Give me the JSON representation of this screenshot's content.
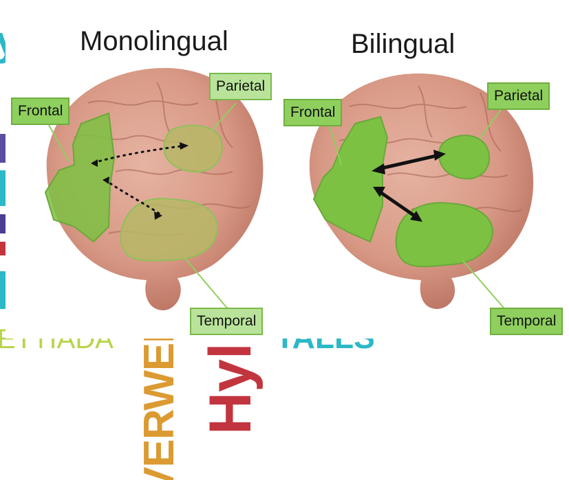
{
  "background_words": {
    "w1": "VERWEL",
    "w2": "VERWE",
    "w3": "Hyl",
    "w4": "TALLS",
    "w5": "ETTIADA",
    "w6": "e",
    "w7": "y"
  },
  "diagram": {
    "left": {
      "title": "Monolingual",
      "labels": {
        "frontal": "Frontal",
        "parietal": "Parietal",
        "temporal": "Temporal"
      }
    },
    "right": {
      "title": "Bilingual",
      "labels": {
        "frontal": "Frontal",
        "parietal": "Parietal",
        "temporal": "Temporal"
      }
    }
  },
  "colors": {
    "brain_pink": "#d89a86",
    "brain_shadow": "#b9705f",
    "region_green": "#7cc142",
    "region_olive": "#b7b766",
    "label_green": "#8fcf5e",
    "label_pale": "#b9e39a",
    "cyan": "#2bb8c7",
    "orange": "#dc9a32",
    "red": "#c2353f",
    "purple": "#5a4ea3",
    "lime": "#b8d44a"
  }
}
